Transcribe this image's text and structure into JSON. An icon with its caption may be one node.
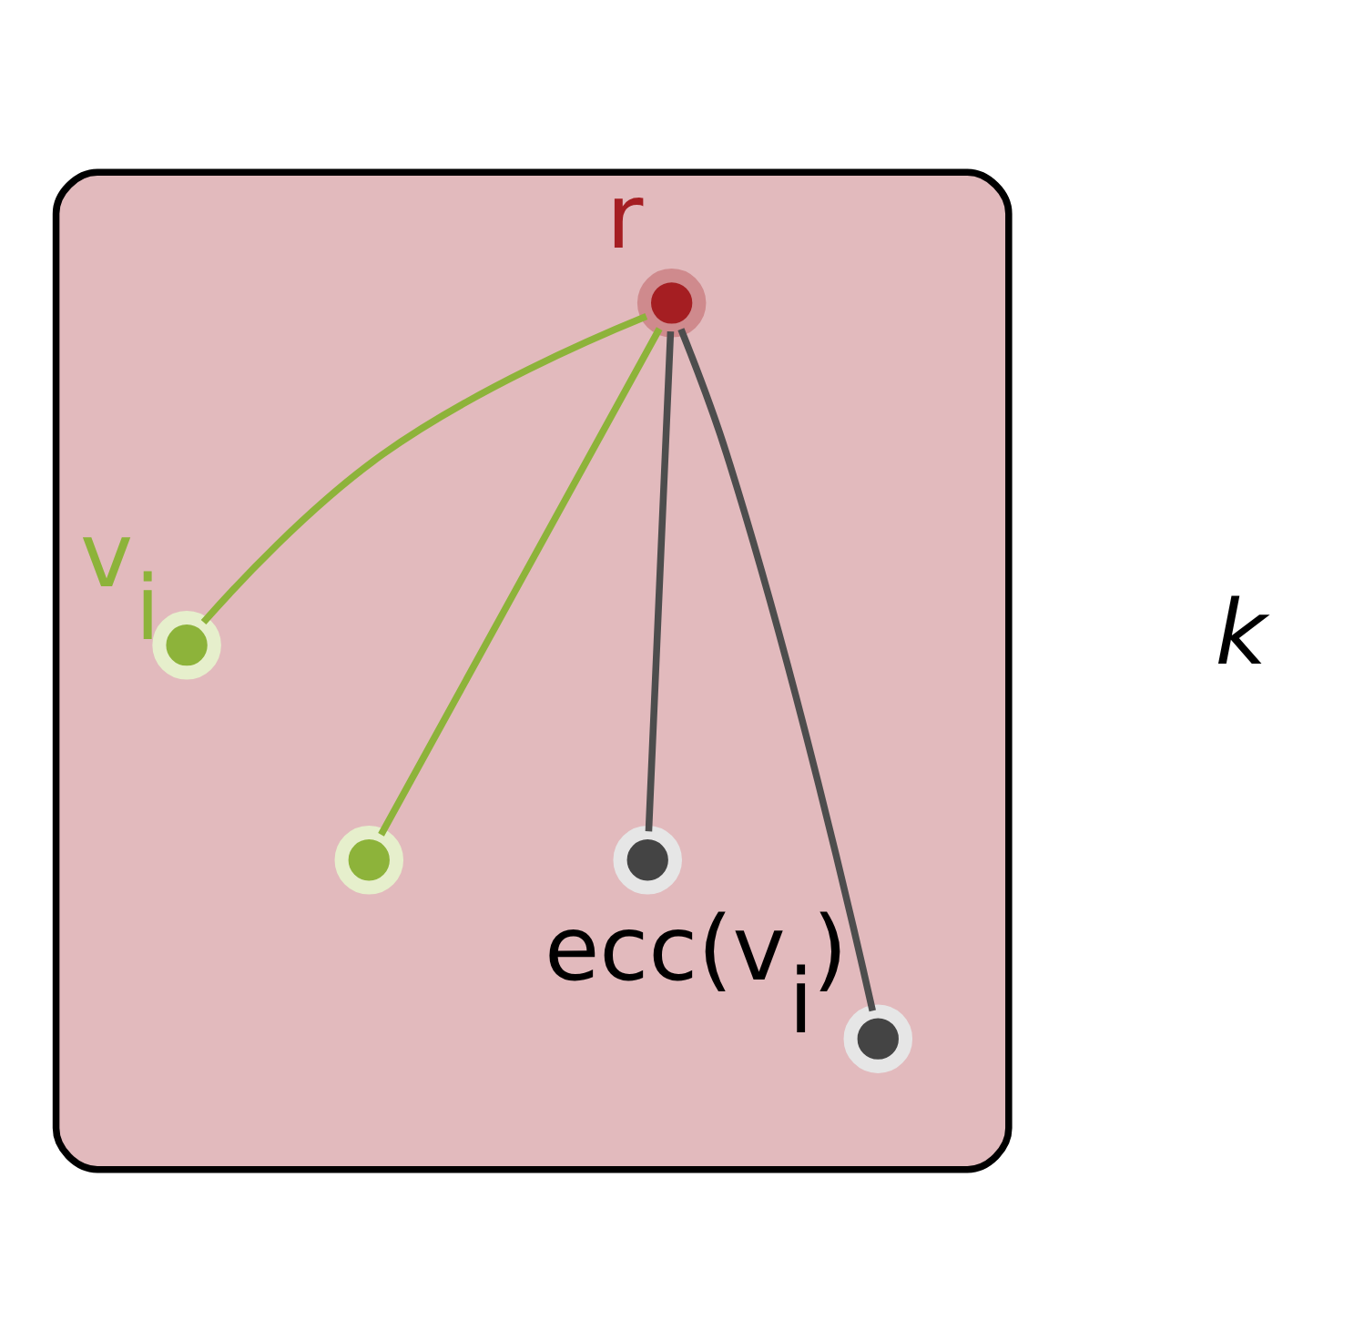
{
  "diagram": {
    "nodes": [
      {
        "text": [],
        "shape": "cloud"
      },
      {
        "text": [],
        "shape": "circle",
        "in": 0,
        "beside": [
          "r"
        ]
      },
      {
        "text": [],
        "shape": "circle",
        "in": 0,
        "beside": [
          "v$_{i}$"
        ]
      },
      {
        "text": [],
        "shape": "circle",
        "in": 0
      },
      {
        "text": [],
        "shape": "circle",
        "in": 0
      },
      {
        "text": [],
        "shape": "circle",
        "in": 0,
        "beside": [
          "ecc(v$_{i}$)"
        ]
      }
    ],
    "edges": [
      {
        "from": 1,
        "to": 5,
        "arrow": "none",
        "color": "#4d4d4d"
      },
      {
        "from": 1,
        "to": 2,
        "arrow": "none",
        "color": "#8db33a"
      },
      {
        "from": 1,
        "to": 3,
        "arrow": "none",
        "color": "#8db33a"
      },
      {
        "from": 1,
        "to": 4,
        "arrow": "none",
        "color": "#4d4d4d"
      }
    ],
    "labels": [
      "k"
    ]
  }
}
